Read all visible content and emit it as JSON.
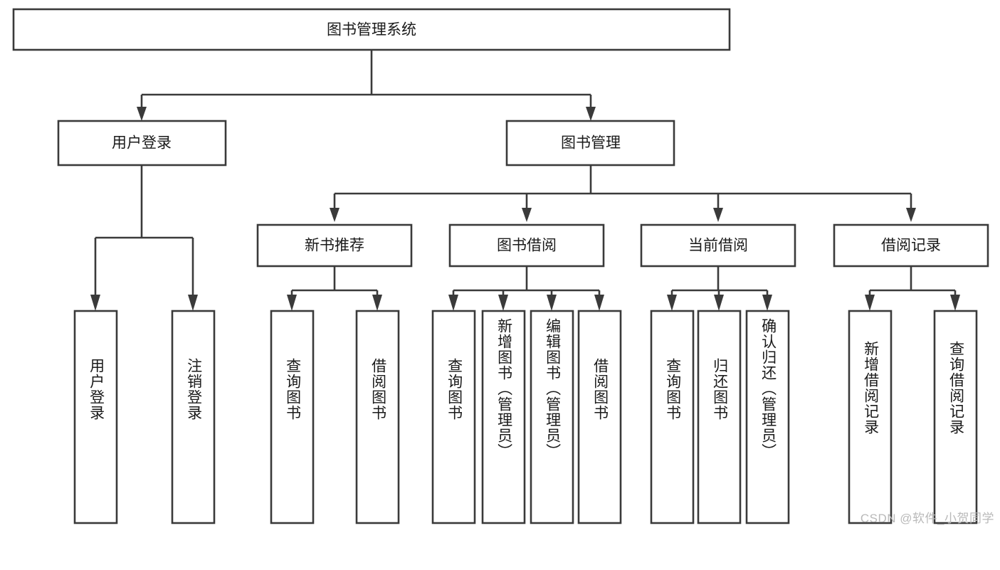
{
  "diagram": {
    "type": "tree",
    "title": "图书管理系统",
    "watermark": "CSDN @软件_小贺同学",
    "colors": {
      "box_stroke": "#3a3a3a",
      "box_fill": "#ffffff",
      "text": "#1a1a1a",
      "background": "#ffffff",
      "watermark": "#b9b9b9"
    },
    "levels": {
      "root": {
        "label": "图书管理系统"
      },
      "level2": [
        {
          "id": "user-login",
          "label": "用户登录"
        },
        {
          "id": "book-management",
          "label": "图书管理"
        }
      ],
      "level3": [
        {
          "id": "new-book-recommend",
          "label": "新书推荐",
          "parent": "book-management"
        },
        {
          "id": "book-borrow",
          "label": "图书借阅",
          "parent": "book-management"
        },
        {
          "id": "current-borrow",
          "label": "当前借阅",
          "parent": "book-management"
        },
        {
          "id": "borrow-record",
          "label": "借阅记录",
          "parent": "book-management"
        }
      ],
      "leaves": [
        {
          "id": "leaf-user-login",
          "label": "用户登录",
          "parent": "user-login"
        },
        {
          "id": "leaf-logout-login",
          "label": "注销登录",
          "parent": "user-login"
        },
        {
          "id": "leaf-query-book-1",
          "label": "查询图书",
          "parent": "new-book-recommend"
        },
        {
          "id": "leaf-borrow-book-1",
          "label": "借阅图书",
          "parent": "new-book-recommend"
        },
        {
          "id": "leaf-query-book-2",
          "label": "查询图书",
          "parent": "book-borrow"
        },
        {
          "id": "leaf-add-book",
          "label": "新增图书（管理员）",
          "parent": "book-borrow"
        },
        {
          "id": "leaf-edit-book",
          "label": "编辑图书（管理员）",
          "parent": "book-borrow"
        },
        {
          "id": "leaf-borrow-book-2",
          "label": "借阅图书",
          "parent": "book-borrow"
        },
        {
          "id": "leaf-query-book-3",
          "label": "查询图书",
          "parent": "current-borrow"
        },
        {
          "id": "leaf-return-book",
          "label": "归还图书",
          "parent": "current-borrow"
        },
        {
          "id": "leaf-confirm-return",
          "label": "确认归还（管理员）",
          "parent": "current-borrow"
        },
        {
          "id": "leaf-add-record",
          "label": "新增借阅记录",
          "parent": "borrow-record"
        },
        {
          "id": "leaf-query-record",
          "label": "查询借阅记录",
          "parent": "borrow-record"
        }
      ]
    }
  }
}
